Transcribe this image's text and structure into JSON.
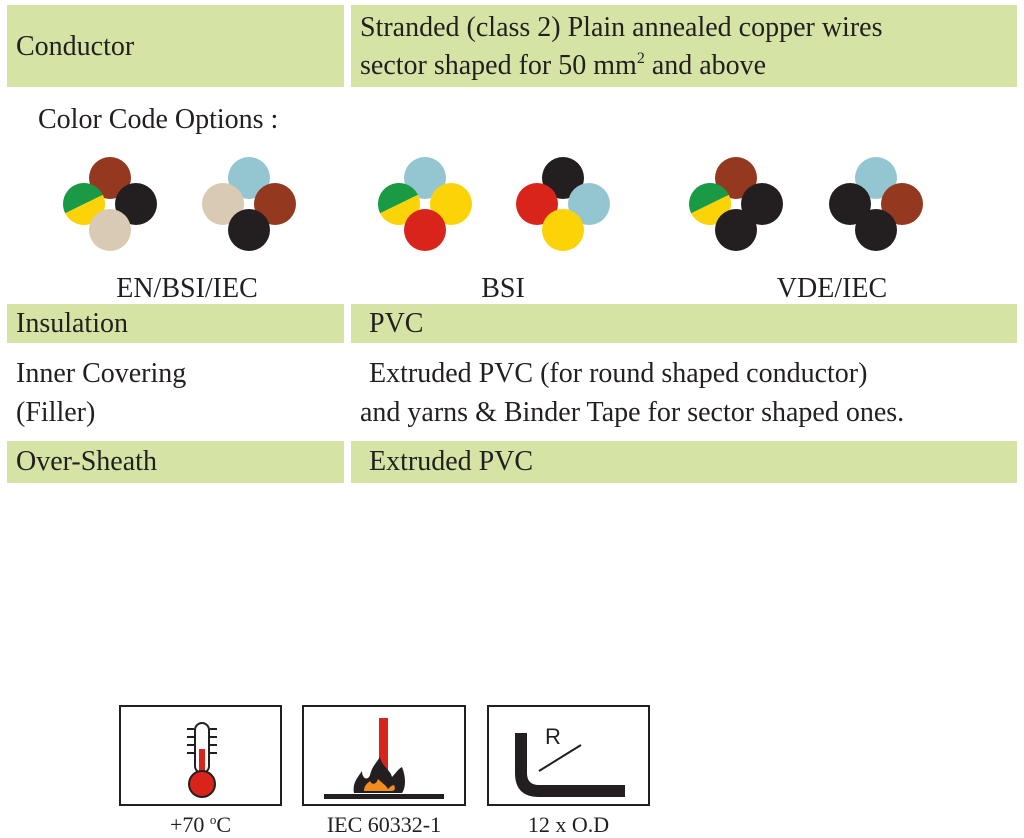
{
  "colors": {
    "row_bg": "#d5e3a5",
    "text": "#231f20",
    "brown": "#94381f",
    "black": "#231f20",
    "yellow": "#fbd307",
    "green": "#1a9a45",
    "beige": "#d9cab4",
    "light_blue": "#93c6d1",
    "red": "#d9241c",
    "flame_orange": "#f18c1e"
  },
  "conductor": {
    "label": "Conductor",
    "line1": "Stranded (class 2) Plain annealed copper wires",
    "line2_prefix": "sector shaped for 50 mm",
    "line2_sup": "2",
    "line2_suffix": " and above"
  },
  "color_code": {
    "heading": "Color Code Options :",
    "standards": [
      "EN/BSI/IEC",
      "BSI",
      "VDE/IEC"
    ],
    "groups": [
      {
        "standard": "EN/BSI/IEC",
        "top": "brown",
        "left": "green-yellow",
        "right": "black",
        "bottom": "beige"
      },
      {
        "standard": "EN/BSI/IEC",
        "top": "light_blue",
        "left": "beige",
        "right": "brown",
        "bottom": "black"
      },
      {
        "standard": "BSI",
        "top": "light_blue",
        "left": "green-yellow",
        "right": "yellow",
        "bottom": "red"
      },
      {
        "standard": "BSI",
        "top": "black",
        "left": "red",
        "right": "light_blue",
        "bottom": "yellow"
      },
      {
        "standard": "VDE/IEC",
        "top": "brown",
        "left": "green-yellow",
        "right": "black",
        "bottom": "black"
      },
      {
        "standard": "VDE/IEC",
        "top": "light_blue",
        "left": "black",
        "right": "brown",
        "bottom": "black"
      }
    ]
  },
  "insulation": {
    "label": "Insulation",
    "value": "PVC"
  },
  "inner_covering": {
    "label_line1": "Inner Covering",
    "label_line2": "(Filler)",
    "value_line1": "Extruded PVC (for round shaped conductor)",
    "value_line2": "and yarns & Binder Tape for sector shaped ones."
  },
  "over_sheath": {
    "label": "Over-Sheath",
    "value": "Extruded PVC"
  },
  "icons": [
    {
      "name": "thermometer-icon",
      "caption_prefix": "+70 ",
      "caption_sup": "o",
      "caption_suffix": "C"
    },
    {
      "name": "flame-test-icon",
      "caption": "IEC 60332-1"
    },
    {
      "name": "bending-radius-icon",
      "glyph": "R",
      "caption": "12 x O.D"
    }
  ]
}
